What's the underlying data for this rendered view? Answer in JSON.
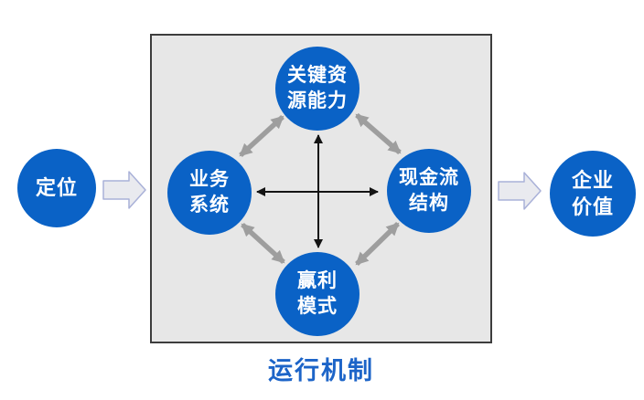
{
  "colors": {
    "node_blue": "#0a62c6",
    "node_text": "#ffffff",
    "box_fill": "#e7e7e7",
    "box_border": "#3d3d3d",
    "gray_arrow": "#9e9e9e",
    "black_arrow": "#141414",
    "block_arrow_fill": "#e9eaef",
    "block_arrow_stroke": "#a9b1d8",
    "caption_blue": "#1c64c8",
    "background": "#ffffff"
  },
  "diagram": {
    "input_node": {
      "lines": [
        "定位"
      ]
    },
    "inner_nodes": {
      "top": {
        "lines": [
          "关键资",
          "源能力"
        ]
      },
      "left": {
        "lines": [
          "业务",
          "系统"
        ]
      },
      "right": {
        "lines": [
          "现金流",
          "结构"
        ]
      },
      "bottom": {
        "lines": [
          "赢利",
          "模式"
        ]
      }
    },
    "output_node": {
      "lines": [
        "企业",
        "价值"
      ]
    },
    "caption": "运行机制",
    "icons": {
      "input_arrow": "block-arrow-right-icon",
      "output_arrow": "block-arrow-right-icon",
      "edge_arrow": "double-headed-arrow-icon",
      "axis_arrow": "double-headed-arrow-icon"
    }
  }
}
